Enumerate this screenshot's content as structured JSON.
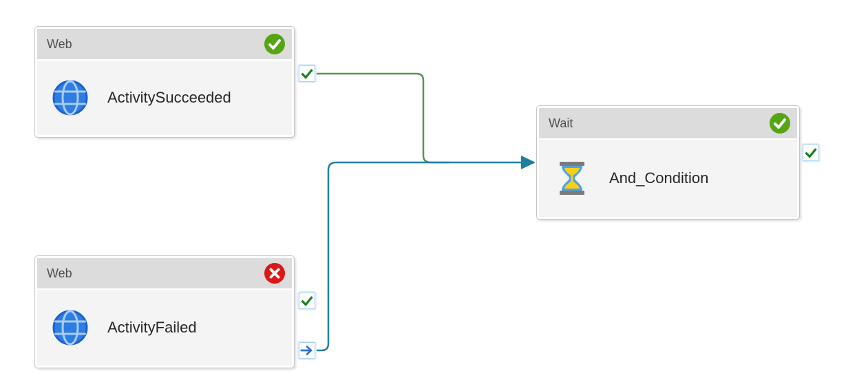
{
  "canvas": {
    "type": "pipeline-diagram-canvas",
    "background": "#ffffff"
  },
  "nodes": [
    {
      "header": "Web",
      "name": "ActivitySucceeded",
      "icon": "globe-icon",
      "status": "succeeded",
      "status_icon": "check-circle",
      "ports": [
        {
          "type": "success",
          "glyph": "green-check"
        }
      ]
    },
    {
      "header": "Wait",
      "name": "And_Condition",
      "icon": "hourglass-icon",
      "status": "succeeded",
      "status_icon": "check-circle",
      "ports": [
        {
          "type": "success",
          "glyph": "green-check"
        }
      ]
    },
    {
      "header": "Web",
      "name": "ActivityFailed",
      "icon": "globe-icon",
      "status": "failed",
      "status_icon": "x-circle",
      "ports": [
        {
          "type": "success",
          "glyph": "green-check"
        },
        {
          "type": "completion",
          "glyph": "blue-arrow-right"
        }
      ]
    }
  ],
  "edges": [
    {
      "from": "ActivitySucceeded",
      "from_port": "success",
      "to": "And_Condition",
      "dependency": "success",
      "color": "#4e9750"
    },
    {
      "from": "ActivityFailed",
      "from_port": "completion",
      "to": "And_Condition",
      "dependency": "completion",
      "color": "#1f7f9f"
    }
  ],
  "colors": {
    "status_success_green": "#55a513",
    "status_fail_red": "#df1616",
    "edge_success_green": "#4e9750",
    "edge_completion_teal": "#1f7f9f",
    "port_check_green": "#1e7e1e",
    "port_arrow_blue": "#2a72dd",
    "node_header_bg": "#dcdcdc",
    "node_body_bg": "#f4f4f4",
    "node_border": "#c6c6c6",
    "globe_blue": "#2e7de2",
    "hourglass_glass_blue": "#4ba3e8",
    "hourglass_sand_yellow": "#f8cf16",
    "hourglass_bar_gray": "#7b7b7b"
  }
}
